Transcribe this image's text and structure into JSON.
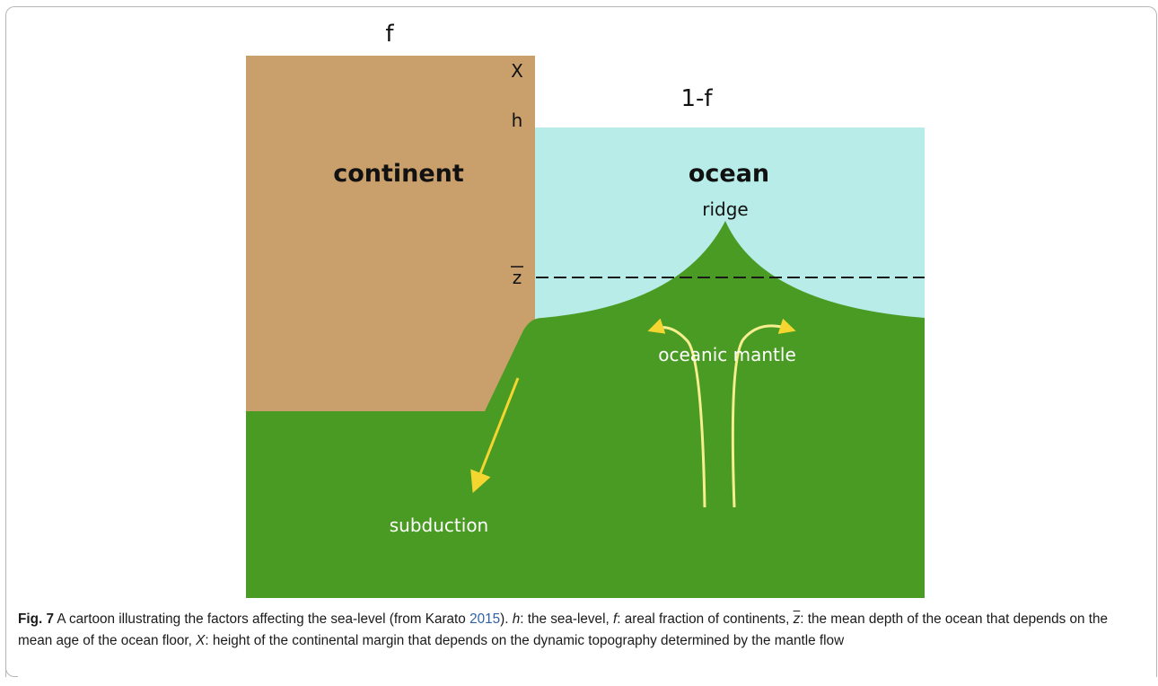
{
  "diagram": {
    "labels": {
      "f": "f",
      "one_minus_f": "1-f",
      "X": "X",
      "h": "h",
      "zbar": "z",
      "continent": "continent",
      "ocean": "ocean",
      "ridge": "ridge",
      "oceanic_mantle": "oceanic mantle",
      "subduction": "subduction"
    },
    "colors": {
      "continent": "#c9a06b",
      "ocean": "#b8ece8",
      "mantle": "#4a9b23",
      "subduction_arrow": "#f5d631",
      "mantle_arrows": "#f7ef8f",
      "dashed_line": "#1a1a1a"
    }
  },
  "caption": {
    "fig_label": "Fig. 7",
    "text_1": " A cartoon illustrating the factors affecting the sea-level (from Karato ",
    "ref_year": "2015",
    "text_2": "). ",
    "h_sym": "h",
    "h_desc": ": the sea-level, ",
    "f_sym": "f",
    "f_desc": ": areal fraction of continents, ",
    "z_sym": "z",
    "z_desc": ": the mean depth of the ocean that depends on the mean age of the ocean floor, ",
    "x_sym": "X",
    "x_desc": ": height of the continental margin that depends on the dynamic topography determined by the mantle flow"
  }
}
